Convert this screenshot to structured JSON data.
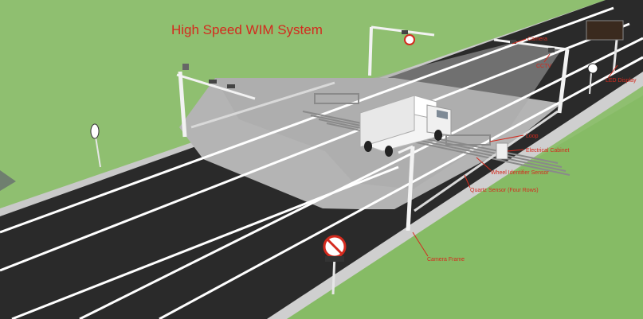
{
  "title": "High Speed WIM System",
  "labels": {
    "camera": "Camera",
    "cctv": "CCTV",
    "led_display": "LED Display",
    "loop": "Loop",
    "electrical_cabinet": "Electrical Cabinet",
    "wheel_sensor": "Wheel Identifier Sensor",
    "quartz_sensor": "Quartz Sensor (Four Rows)",
    "camera_frame": "Camera Frame"
  },
  "colors": {
    "grass": "#8dbf6f",
    "grass_light": "#a8cf8a",
    "asphalt": "#2b2b2b",
    "wim_zone": "#b5b5b5",
    "annotation": "#d42a1e",
    "lane_marking": "#ffffff"
  },
  "icons": [
    "truck-icon",
    "camera-pole-icon",
    "cctv-pole-icon",
    "led-sign-icon",
    "no-overtaking-sign-icon",
    "cabinet-icon"
  ]
}
